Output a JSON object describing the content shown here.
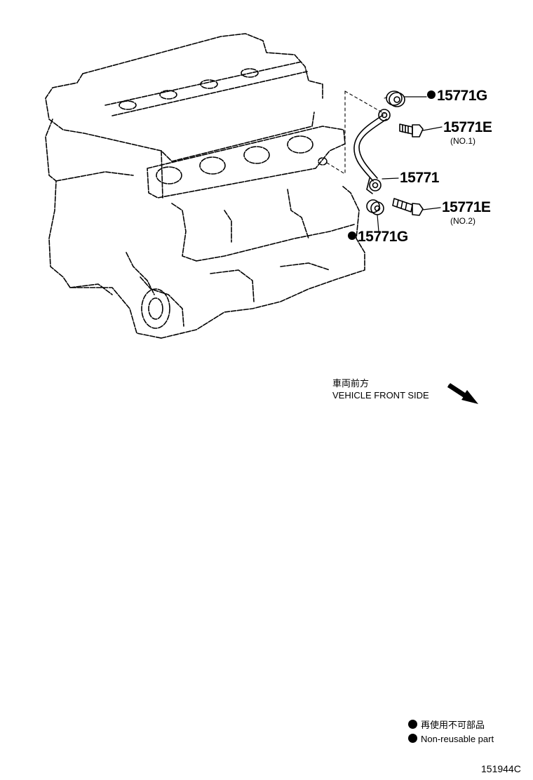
{
  "callouts": {
    "g_top": "15771G",
    "e_no1": "15771E",
    "e_no1_sub": "(NO.1)",
    "hose": "15771",
    "e_no2": "15771E",
    "e_no2_sub": "(NO.2)",
    "g_bottom": "15771G"
  },
  "front": {
    "jp": "車両前方",
    "en": "VEHICLE FRONT SIDE"
  },
  "legend": {
    "jp": "再使用不可部品",
    "en": "Non-reusable part"
  },
  "figure_code": "151944C",
  "icons": [
    "non-reusable-dot-icon",
    "front-direction-arrow-icon"
  ]
}
